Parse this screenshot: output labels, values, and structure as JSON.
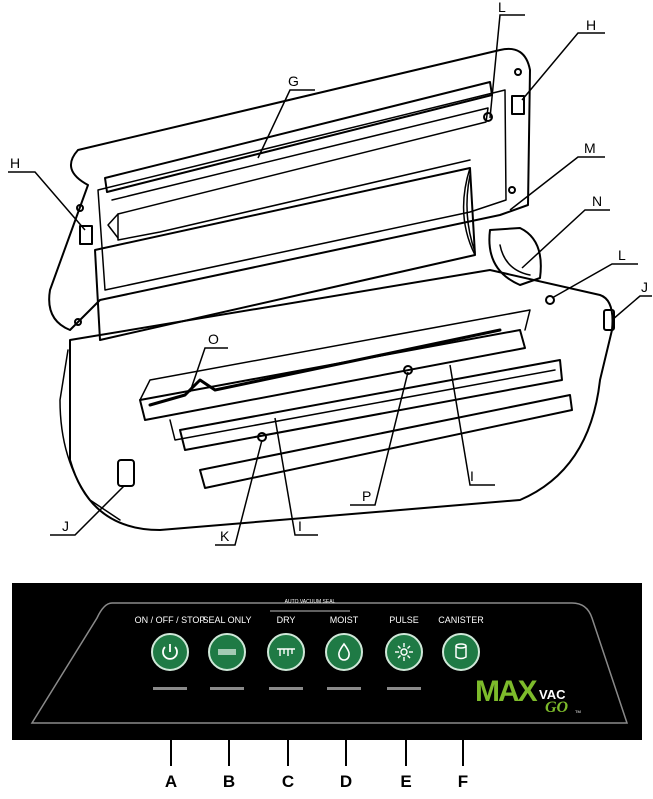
{
  "callouts": {
    "G": "G",
    "L_top": "L",
    "H_right": "H",
    "H_left": "H",
    "M": "M",
    "N": "N",
    "L_right": "L",
    "J_right": "J",
    "O": "O",
    "J_left": "J",
    "K": "K",
    "I_left": "I",
    "P": "P",
    "I_right": "I"
  },
  "panel": {
    "auto_vacuum_seal": "AUTO VACUUM SEAL",
    "buttons": [
      {
        "label": "ON / OFF / STOP",
        "icon": "power-icon",
        "letter": "A"
      },
      {
        "label": "SEAL ONLY",
        "icon": "seal-bar-icon",
        "letter": "B"
      },
      {
        "label": "DRY",
        "icon": "dry-icon",
        "letter": "C"
      },
      {
        "label": "MOIST",
        "icon": "drop-icon",
        "letter": "D"
      },
      {
        "label": "PULSE",
        "icon": "pulse-icon",
        "letter": "E"
      },
      {
        "label": "CANISTER",
        "icon": "canister-icon",
        "letter": "F"
      }
    ],
    "brand": {
      "max": "MAX",
      "vac": "VAC",
      "go": "GO",
      "tm": "TM"
    },
    "colors": {
      "button": "#1f7a45",
      "brand_green": "#7dbb2b",
      "panel": "#000000"
    }
  }
}
